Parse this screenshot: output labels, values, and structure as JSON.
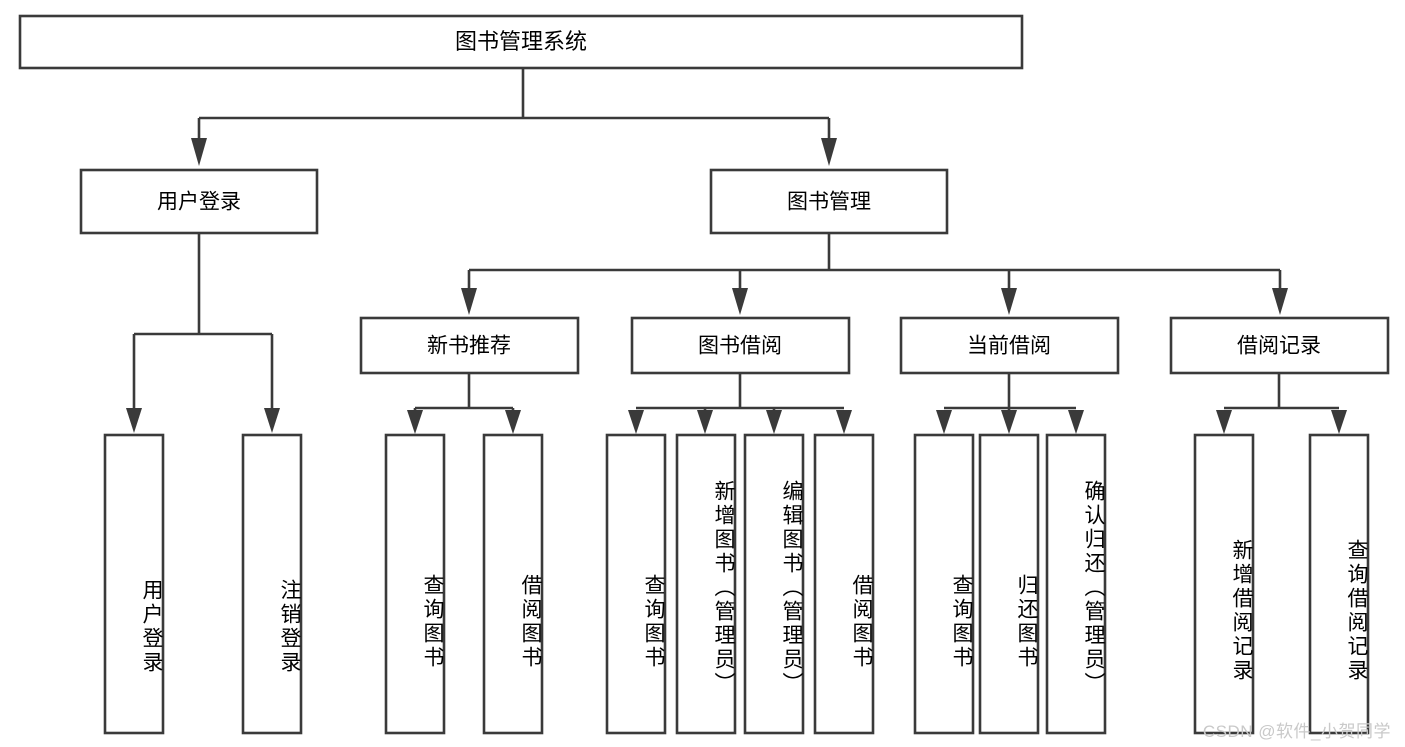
{
  "diagram": {
    "type": "tree-hierarchy",
    "title": "图书管理系统",
    "orientation": "top-down",
    "colors": {
      "box_stroke": "#3a3a3a",
      "box_fill": "#ffffff",
      "connector": "#3a3a3a",
      "text": "#000000",
      "background": "#ffffff",
      "watermark": "#c9c9c9"
    },
    "root": {
      "label": "图书管理系统"
    },
    "level2": [
      {
        "label": "用户登录"
      },
      {
        "label": "图书管理"
      }
    ],
    "level3": [
      {
        "label": "新书推荐"
      },
      {
        "label": "图书借阅"
      },
      {
        "label": "当前借阅"
      },
      {
        "label": "借阅记录"
      }
    ],
    "leaves": {
      "user_login": [
        {
          "label": "用户登录"
        },
        {
          "label": "注销登录"
        }
      ],
      "new_book_recommend": [
        {
          "label": "查询图书"
        },
        {
          "label": "借阅图书"
        }
      ],
      "book_borrow": [
        {
          "label": "查询图书"
        },
        {
          "label": "新增图书（管理员）"
        },
        {
          "label": "编辑图书（管理员）"
        },
        {
          "label": "借阅图书"
        }
      ],
      "current_borrow": [
        {
          "label": "查询图书"
        },
        {
          "label": "归还图书"
        },
        {
          "label": "确认归还（管理员）"
        }
      ],
      "borrow_record": [
        {
          "label": "新增借阅记录"
        },
        {
          "label": "查询借阅记录"
        }
      ]
    }
  },
  "watermark": {
    "text": "CSDN @软件_小贺同学"
  }
}
